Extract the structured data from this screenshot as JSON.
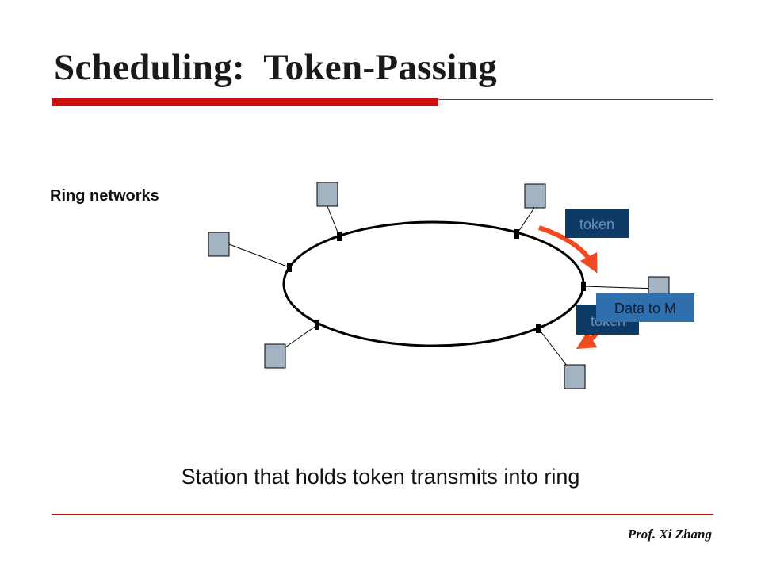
{
  "slide": {
    "title": "Scheduling:  Token-Passing",
    "side_label": "Ring networks",
    "caption": "Station that holds token transmits into ring",
    "footer": "Prof. Xi Zhang"
  },
  "diagram": {
    "token_top_label": "token",
    "token_bottom_label": "token",
    "data_label": "Data to M",
    "colors": {
      "accent_red": "#cc1010",
      "arrow_orange": "#f04a22",
      "token_box": "#0e3a66",
      "data_box": "#2f6fad",
      "station_fill": "#a4b3c2"
    }
  }
}
